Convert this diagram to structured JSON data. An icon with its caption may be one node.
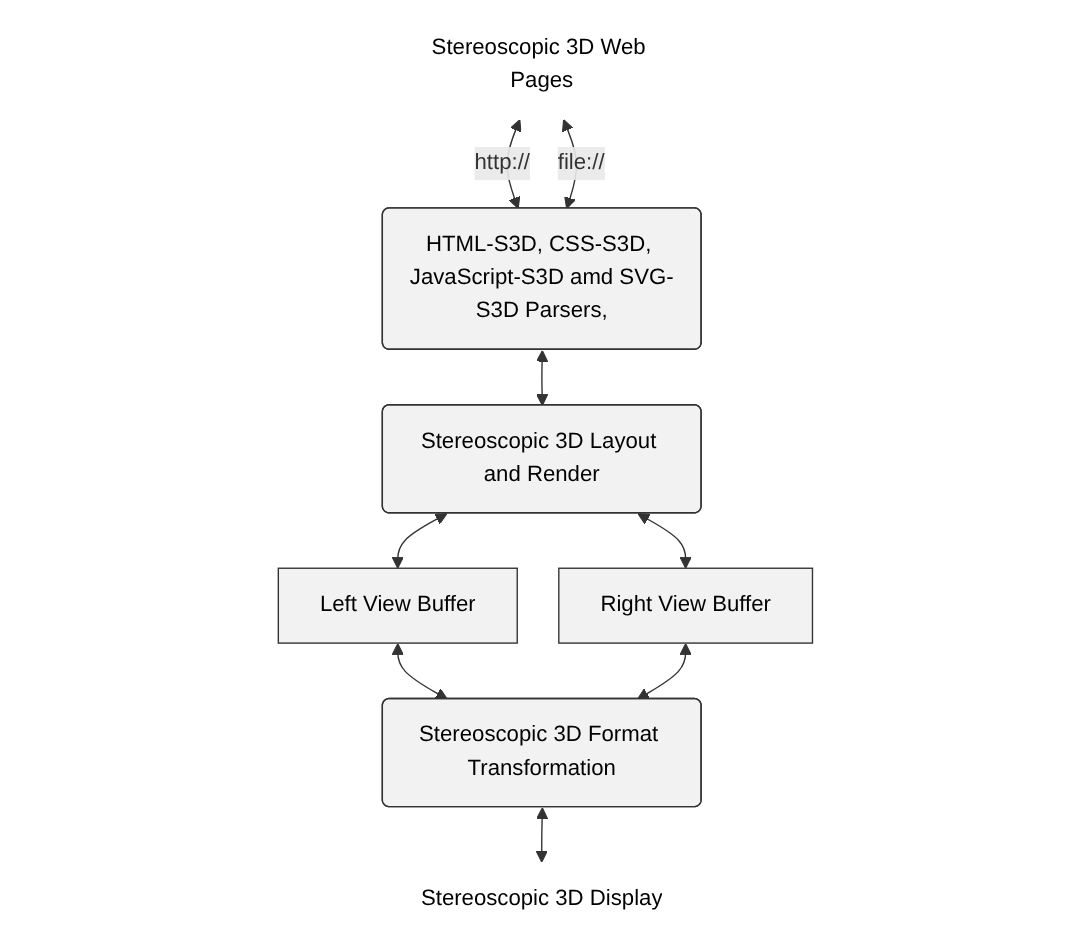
{
  "diagram": {
    "nodes": [
      {
        "text": [
          "Stereoscopic 3D Web Pages"
        ]
      },
      {
        "text": [
          "HTML-S3D, CSS-S3D, JavaScript-S3D amd SVG-S3D Parsers,"
        ]
      },
      {
        "text": [
          "Stereoscopic 3D Layout and Render"
        ]
      },
      {
        "text": [
          "Left View Buffer"
        ]
      },
      {
        "text": [
          "Right View Buffer"
        ]
      },
      {
        "text": [
          "Stereoscopic 3D Format Transformation"
        ]
      },
      {
        "text": [
          "Stereoscopic 3D Display"
        ]
      }
    ],
    "edges": [
      {
        "from": 0,
        "to": 1,
        "arrow": "both",
        "label": "http://"
      },
      {
        "from": 0,
        "to": 1,
        "arrow": "both",
        "label": "file://"
      },
      {
        "from": 1,
        "to": 2,
        "arrow": "both"
      },
      {
        "from": 2,
        "to": 3,
        "arrow": "both"
      },
      {
        "from": 2,
        "to": 4,
        "arrow": "both"
      },
      {
        "from": 3,
        "to": 5,
        "arrow": "both"
      },
      {
        "from": 4,
        "to": 5,
        "arrow": "both"
      },
      {
        "from": 5,
        "to": 6,
        "arrow": "both"
      }
    ]
  }
}
